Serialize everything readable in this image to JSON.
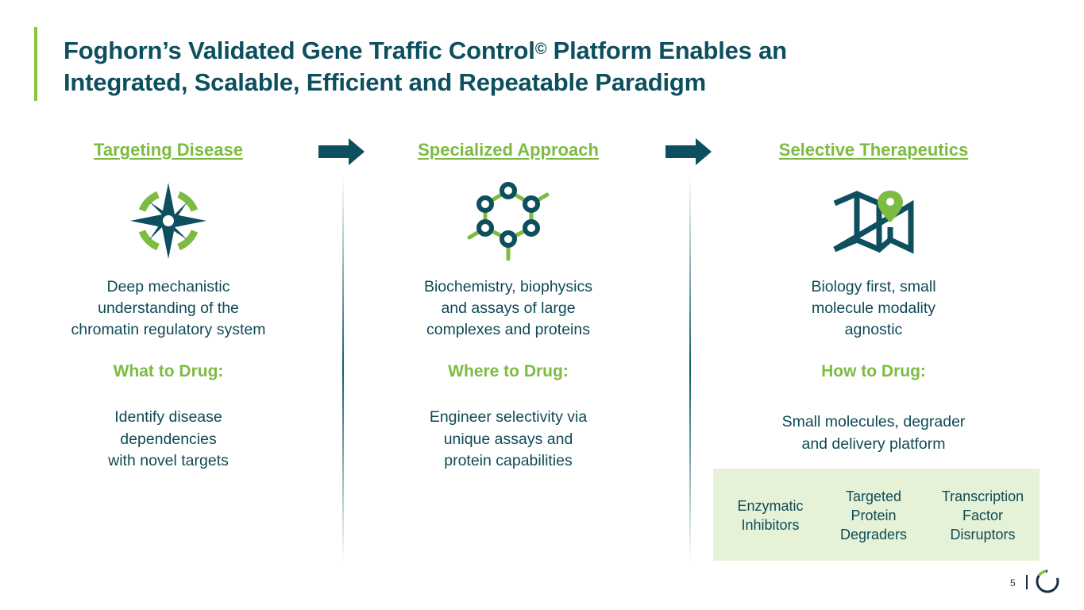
{
  "title": {
    "line1_before": "Foghorn’s Validated Gene Traffic Control",
    "line1_sup": "©",
    "line1_after": " Platform Enables an",
    "line2": "Integrated, Scalable, Efficient and Repeatable Paradigm"
  },
  "columns": [
    {
      "heading": "Targeting Disease",
      "icon": "compass-icon",
      "description": [
        "Deep mechanistic",
        "understanding of the",
        "chromatin regulatory system"
      ],
      "subheading": "What to Drug:",
      "detail": [
        "Identify disease",
        "dependencies",
        "with novel targets"
      ]
    },
    {
      "heading": "Specialized Approach",
      "icon": "molecule-icon",
      "description": [
        "Biochemistry, biophysics",
        "and assays of large",
        "complexes and proteins"
      ],
      "subheading": "Where to Drug:",
      "detail": [
        "Engineer selectivity via",
        "unique assays and",
        "protein capabilities"
      ]
    },
    {
      "heading": "Selective Therapeutics",
      "icon": "map-pin-icon",
      "description": [
        "Biology first, small",
        "molecule modality",
        "agnostic"
      ],
      "subheading": "How to Drug:",
      "detail": [
        "Small molecules, degrader",
        "and delivery platform"
      ]
    }
  ],
  "modalities": [
    {
      "lines": [
        "Enzymatic",
        "Inhibitors"
      ]
    },
    {
      "lines": [
        "Targeted",
        "Protein",
        "Degraders"
      ]
    },
    {
      "lines": [
        "Transcription",
        "Factor",
        "Disruptors"
      ]
    }
  ],
  "footer": {
    "page_number": "5"
  },
  "colors": {
    "teal": "#0d4f5e",
    "green": "#7dbb42",
    "box": "#e5f2d8"
  }
}
